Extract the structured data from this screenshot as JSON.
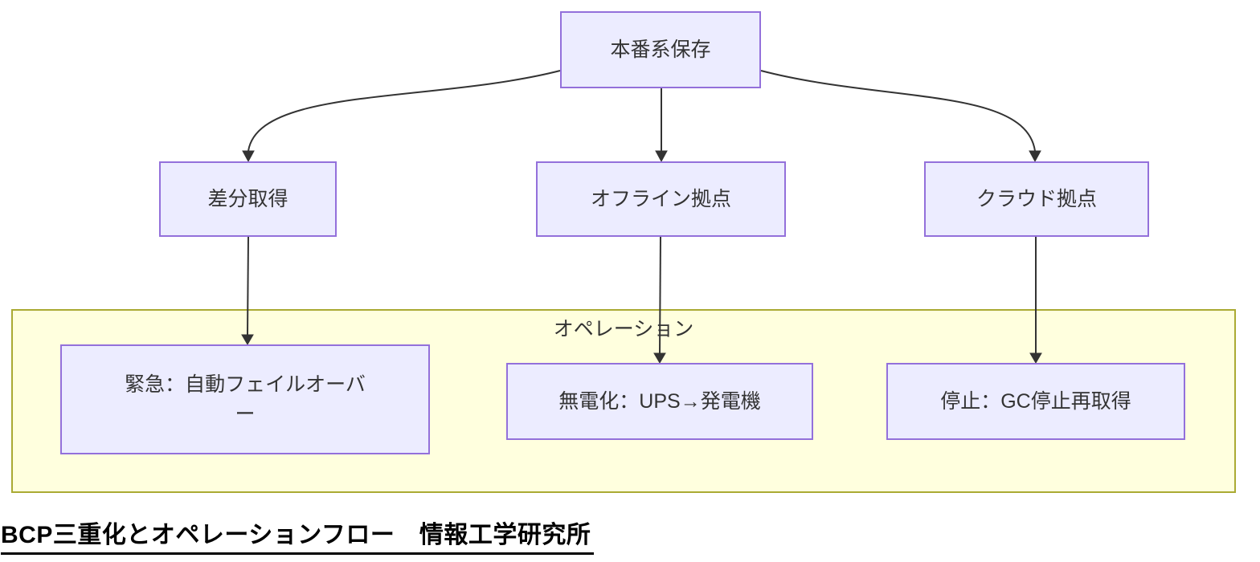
{
  "theme": {
    "node_fill": "#ECECFF",
    "node_border": "#9370DB",
    "cluster_fill": "#FFFFDE",
    "cluster_border": "#AAAA33",
    "edge_color": "#333333",
    "text_color": "#333333",
    "caption_color": "#000000"
  },
  "diagram": {
    "type": "flowchart-top-down",
    "nodes": {
      "main": {
        "label": "本番系保存"
      },
      "diff": {
        "label": "差分取得"
      },
      "offline": {
        "label": "オフライン拠点"
      },
      "cloud": {
        "label": "クラウド拠点"
      },
      "emergency": {
        "label": "緊急：自動フェイルオーバ\nー"
      },
      "power": {
        "label": "無電化：UPS→発電機"
      },
      "stop": {
        "label": "停止：GC停止再取得"
      }
    },
    "cluster": {
      "label": "オペレーション"
    },
    "edges": [
      {
        "from": "本番系保存",
        "to": "差分取得"
      },
      {
        "from": "本番系保存",
        "to": "オフライン拠点"
      },
      {
        "from": "本番系保存",
        "to": "クラウド拠点"
      },
      {
        "from": "差分取得",
        "to": "緊急：自動フェイルオーバー"
      },
      {
        "from": "オフライン拠点",
        "to": "無電化：UPS→発電機"
      },
      {
        "from": "クラウド拠点",
        "to": "停止：GC停止再取得"
      }
    ]
  },
  "caption": {
    "text": "BCP三重化とオペレーションフロー　情報工学研究所"
  }
}
